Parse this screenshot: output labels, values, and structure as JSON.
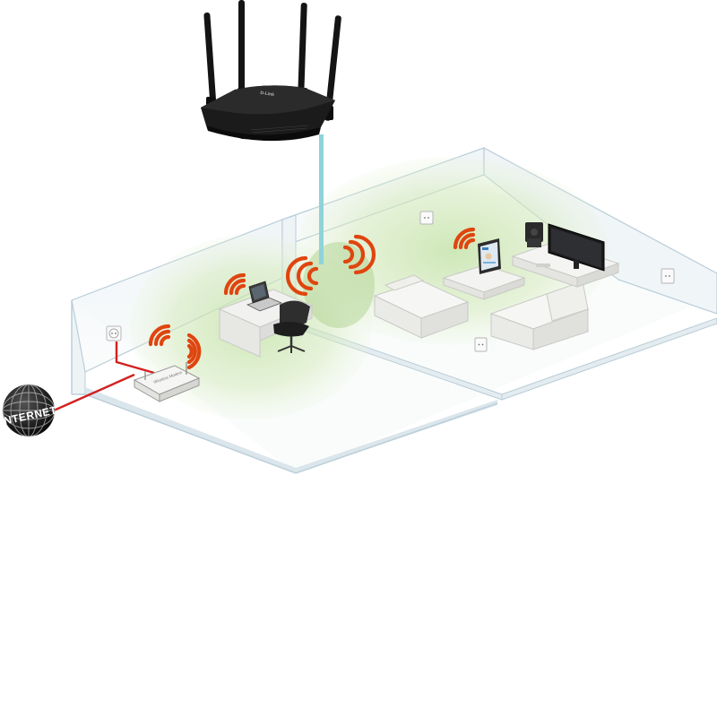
{
  "internet_label": "INTERNET",
  "modem_label": "Wireless Modem",
  "router_brand": "D-Link",
  "colors": {
    "coverage": "#cfe6b0",
    "wifi_waves": "#e0450f",
    "cable": "#d42020",
    "uplink": "#8fd3d9",
    "wall_edge": "#b8cdd8"
  },
  "icons": [
    "router-icon",
    "globe-icon",
    "modem-icon",
    "laptop-icon",
    "tablet-icon",
    "tv-icon",
    "wifi-icon",
    "power-outlet-icon",
    "sofa-icon",
    "desk-icon",
    "office-chair-icon"
  ]
}
